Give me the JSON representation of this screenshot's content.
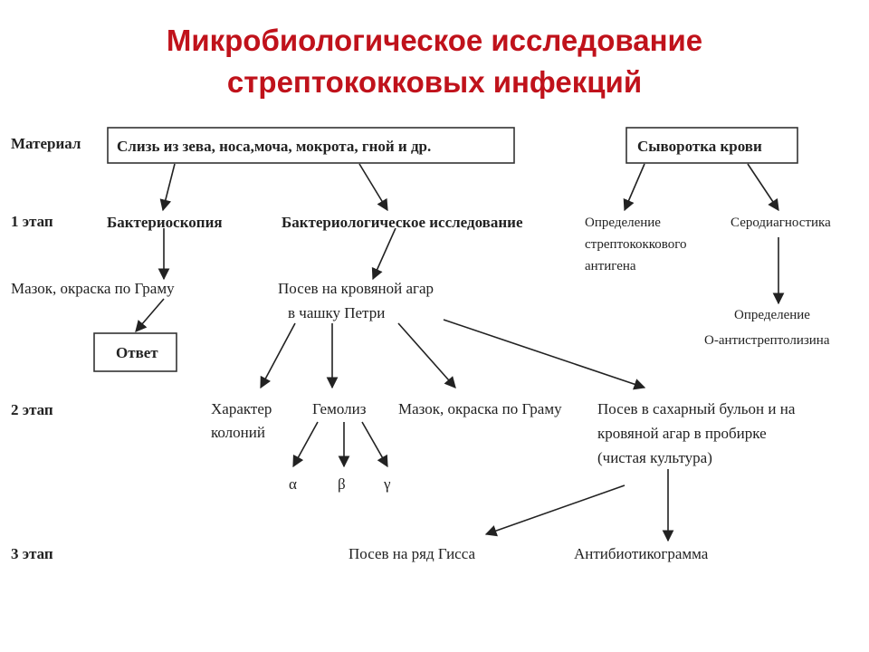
{
  "title": {
    "line1": "Микробиологическое исследование",
    "line2": "стрептококковых инфекций"
  },
  "colors": {
    "title": "#c0121b",
    "text": "#222222"
  },
  "stages": {
    "material": "Материал",
    "stage1": "1 этап",
    "stage2": "2 этап",
    "stage3": "3 этап"
  },
  "material": {
    "specimens": "Слизь из зева, носа,моча, мокрота, гной и др.",
    "serum": "Сыворотка крови"
  },
  "stage1": {
    "bacterioscopy": "Бактериоскопия",
    "bacteriological": "Бактериологическое исследование",
    "antigen_line1": "Определение",
    "antigen_line2": "стрептококкового",
    "antigen_line3": "антигена",
    "serodiagnostics": "Серодиагностика"
  },
  "branch": {
    "smear": "Мазок, окраска по Граму",
    "answer": "Ответ",
    "culture_line1": "Посев на кровяной агар",
    "culture_line2": "в чашку Петри",
    "aso_line1": "Определение",
    "aso_line2": "О-антистрептолизина"
  },
  "stage2": {
    "colonies_line1": "Характер",
    "colonies_line2": "колоний",
    "hemolysis": "Гемолиз",
    "alpha": "α",
    "beta": "β",
    "gamma": "γ",
    "smear": "Мазок, окраска по Граму",
    "broth_line1": "Посев в сахарный бульон и на",
    "broth_line2": "кровяной агар в пробирке",
    "broth_line3": "(чистая культура)"
  },
  "stage3": {
    "hiss": "Посев на ряд Гисса",
    "antibiogram": "Антибиотикограмма"
  }
}
